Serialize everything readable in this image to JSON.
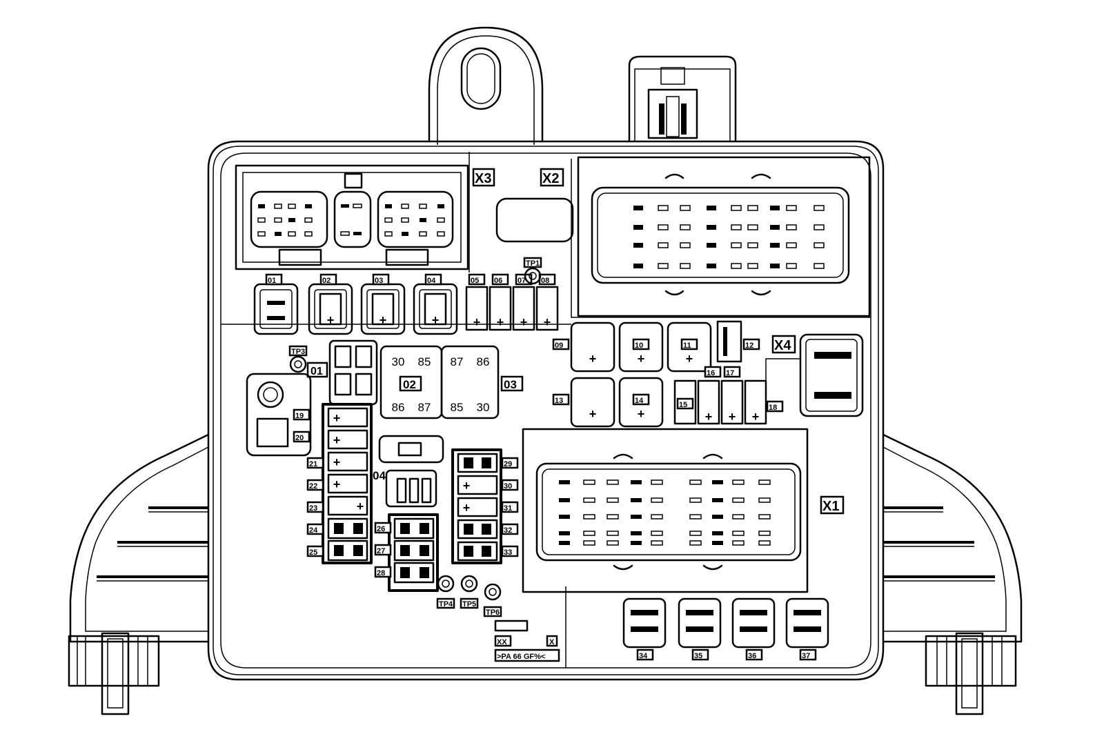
{
  "connectors": {
    "x1": "X1",
    "x2": "X2",
    "x3": "X3",
    "x4": "X4"
  },
  "relays": {
    "r01": "01",
    "r02": "02",
    "r03": "03",
    "r04": "04",
    "r02_pins": [
      "30",
      "85",
      "86",
      "87"
    ],
    "r03_pins": [
      "87",
      "86",
      "85",
      "30"
    ]
  },
  "test_points": [
    "TP1",
    "TP3",
    "TP4",
    "TP5",
    "TP6"
  ],
  "fuses": {
    "top_row": [
      "01",
      "02",
      "03",
      "04",
      "05",
      "06",
      "07",
      "08"
    ],
    "mid_block": [
      "09",
      "10",
      "11",
      "12",
      "13",
      "14",
      "15",
      "16",
      "17",
      "18"
    ],
    "left_column": [
      "19",
      "20",
      "21",
      "22",
      "23",
      "24",
      "25"
    ],
    "center_column": [
      "26",
      "27",
      "28"
    ],
    "right_column": [
      "29",
      "30",
      "31",
      "32",
      "33"
    ],
    "bottom_row": [
      "34",
      "35",
      "36",
      "37"
    ]
  },
  "marks": {
    "plus": "+",
    "code_xx": "XX",
    "code_x": "X",
    "material": ">PA 66 GF%<"
  }
}
